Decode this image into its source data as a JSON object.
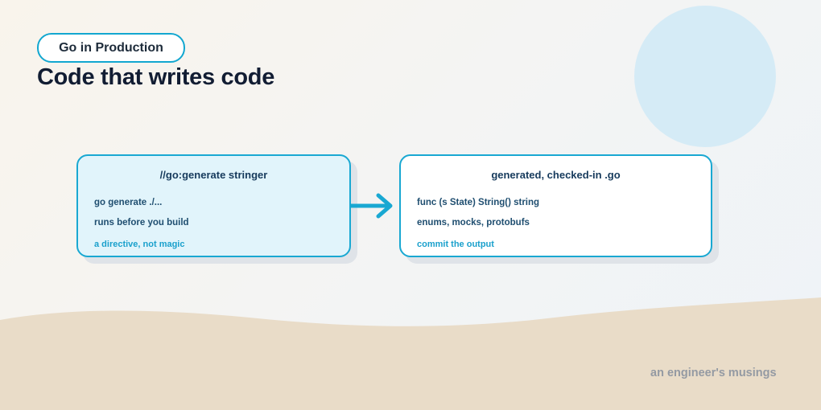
{
  "header": {
    "pill_label": "Go in Production",
    "title": "Code that writes code"
  },
  "diagram": {
    "left_card": {
      "title": "//go:generate stringer",
      "lines": [
        "go generate ./...",
        "runs before you build"
      ],
      "note": "a directive, not magic"
    },
    "right_card": {
      "title": "generated, checked-in .go",
      "lines": [
        "func (s State) String() string",
        "enums, mocks, protobufs"
      ],
      "note": "commit the output"
    },
    "arrow_icon": "arrow-right-icon"
  },
  "footer": {
    "brand": "an engineer's musings"
  },
  "colors": {
    "accent": "#19a8d2",
    "title": "#121d33",
    "card_fill_left": "#e1f4fb",
    "sand": "#e9dcc8",
    "circle": "#d5ebf6"
  }
}
